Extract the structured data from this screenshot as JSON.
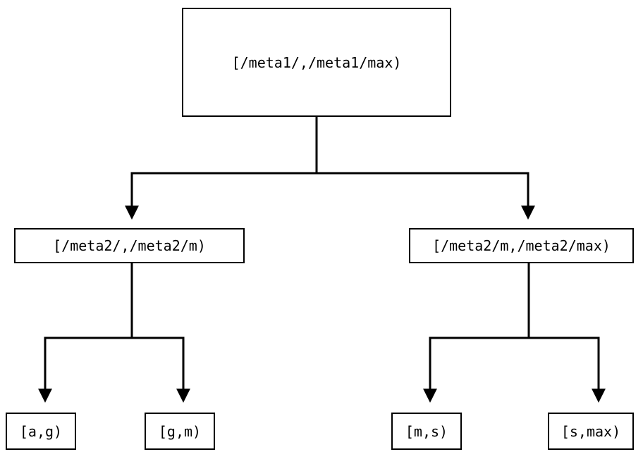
{
  "diagram": {
    "type": "tree",
    "orientation": "top-down",
    "background_color": "#ffffff",
    "stroke_color": "#000000",
    "text_color": "#000000",
    "nodes": {
      "root": {
        "label": "[/meta1/,/meta1/max)"
      },
      "mid_left": {
        "label": "[/meta2/,/meta2/m)"
      },
      "mid_right": {
        "label": "[/meta2/m,/meta2/max)"
      },
      "leaf_1": {
        "label": "[a,g)"
      },
      "leaf_2": {
        "label": "[g,m)"
      },
      "leaf_3": {
        "label": "[m,s)"
      },
      "leaf_4": {
        "label": "[s,max)"
      }
    },
    "edges": [
      {
        "from": "root",
        "to": "mid_left",
        "arrow": "down-triangle"
      },
      {
        "from": "root",
        "to": "mid_right",
        "arrow": "down-triangle"
      },
      {
        "from": "mid_left",
        "to": "leaf_1",
        "arrow": "down-triangle"
      },
      {
        "from": "mid_left",
        "to": "leaf_2",
        "arrow": "down-triangle"
      },
      {
        "from": "mid_right",
        "to": "leaf_3",
        "arrow": "down-triangle"
      },
      {
        "from": "mid_right",
        "to": "leaf_4",
        "arrow": "down-triangle"
      }
    ]
  }
}
